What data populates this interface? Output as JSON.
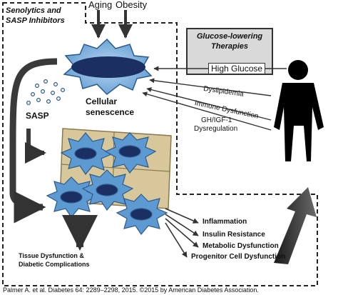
{
  "inputs": {
    "aging": "Aging",
    "obesity": "Obesity"
  },
  "left_box": {
    "title_line1": "Senolytics and",
    "title_line2": "SASP Inhibitors"
  },
  "right_box": {
    "title_line1": "Glucose-lowering",
    "title_line2": "Therapies"
  },
  "factors": {
    "high_glucose": "High Glucose",
    "dyslipidemia": "Dyslipidemia",
    "immune_dysfunction": "Immune Dysfunction",
    "gh_igf_line1": "GH/IGF-1",
    "gh_igf_line2": "Dysregulation"
  },
  "cell": {
    "label_line1": "Cellular",
    "label_line2": "senescence"
  },
  "sasp": {
    "label": "SASP"
  },
  "outcomes": {
    "inflammation": "Inflammation",
    "insulin_resistance": "Insulin Resistance",
    "metabolic_dysfunction": "Metabolic Dysfunction",
    "progenitor_cell_dysfunction": "Progenitor Cell Dysfunction"
  },
  "tissue": {
    "line1": "Tissue Dysfunction &",
    "line2": "Diabetic Complications"
  },
  "citation": "Palmer A. et al. Diabetes 64: 2289–2298, 2015. ©2015 by American Diabetes Association.",
  "colors": {
    "cell_blue": "#5e9ad2",
    "cell_dark": "#1b2f63",
    "tissue_tan": "#d8c79a",
    "box_grey": "#d9d9d9",
    "arrow_dark": "#3a3a3a"
  }
}
